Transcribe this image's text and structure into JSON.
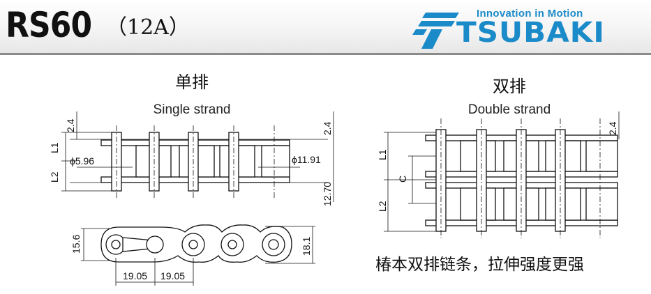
{
  "header": {
    "model": "RS60",
    "model_sub": "（12A）",
    "brand_tagline": "Innovation in Motion",
    "brand_name": "TSUBAKI",
    "brand_color": "#1a8ac8"
  },
  "single_strand": {
    "title_cn": "单排",
    "title_en": "Single strand",
    "dims": {
      "pin_offset": "2.4",
      "l1": "L1",
      "l2": "L2",
      "pin_dia": "ϕ5.96",
      "roller_dia": "ϕ11.91",
      "inner_width": "12.70",
      "plate_height": "15.6",
      "outer_height": "18.1",
      "pitch_1": "19.05",
      "pitch_2": "19.05"
    }
  },
  "double_strand": {
    "title_cn": "双排",
    "title_en": "Double strand",
    "dims": {
      "pin_offset": "2.4",
      "l1": "L1",
      "c": "C",
      "l2": "L2"
    },
    "note": "椿本双排链条，拉伸强度更强"
  }
}
